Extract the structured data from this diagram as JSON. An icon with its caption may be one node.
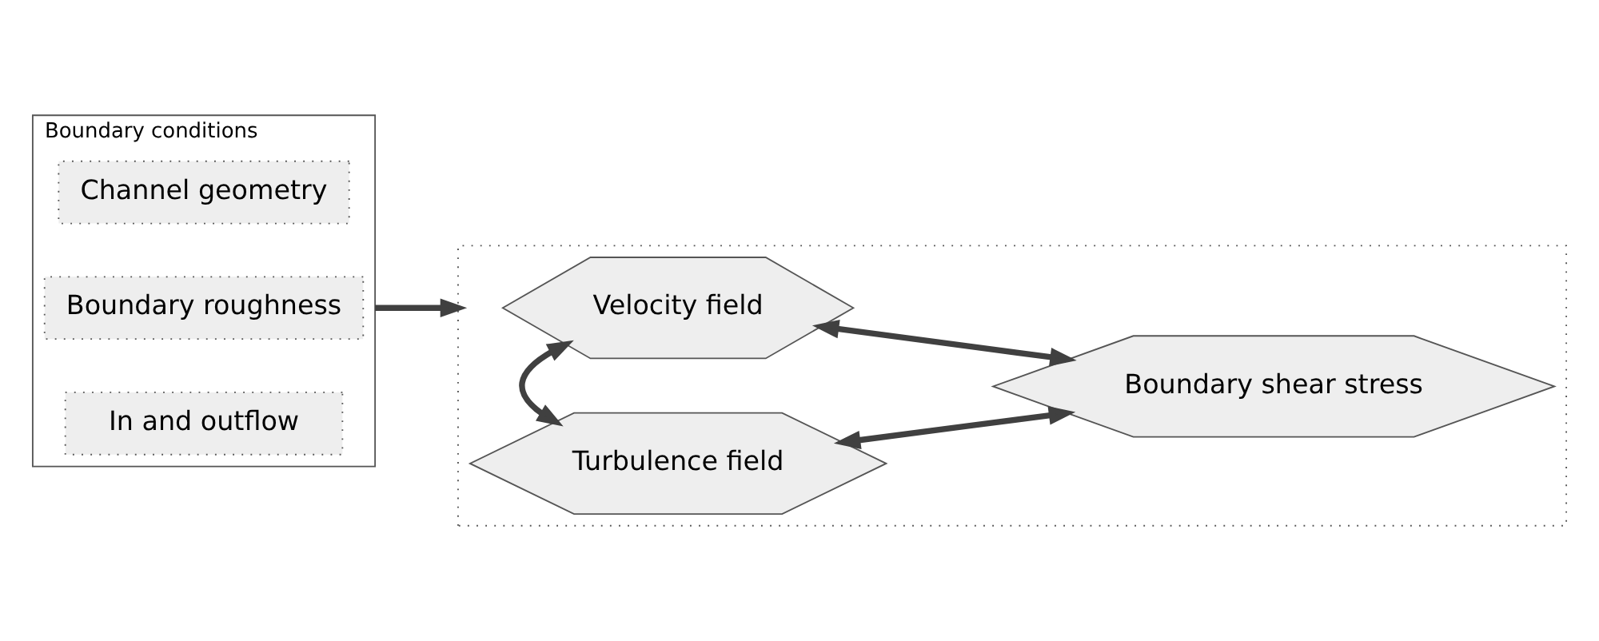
{
  "diagram": {
    "nodes": [
      {
        "text": [
          "Boundary conditions"
        ]
      },
      {
        "text": [
          "Channel geometry"
        ],
        "in": 0
      },
      {
        "text": [
          "Boundary roughness"
        ],
        "in": 0
      },
      {
        "text": [
          "In and outflow"
        ],
        "in": 0
      },
      {
        "text": [],
        "shape": "box"
      },
      {
        "text": [
          "Velocity field"
        ],
        "in": 4
      },
      {
        "text": [
          "Turbulence field"
        ],
        "in": 4
      },
      {
        "text": [
          "Boundary shear stress"
        ],
        "in": 4
      }
    ],
    "edges": [
      {
        "from": 0,
        "to": 4,
        "arrow": "to"
      },
      {
        "from": 5,
        "to": 6,
        "arrow": "both"
      },
      {
        "from": 5,
        "to": 7,
        "arrow": "both"
      },
      {
        "from": 6,
        "to": 7,
        "arrow": "both"
      }
    ]
  }
}
